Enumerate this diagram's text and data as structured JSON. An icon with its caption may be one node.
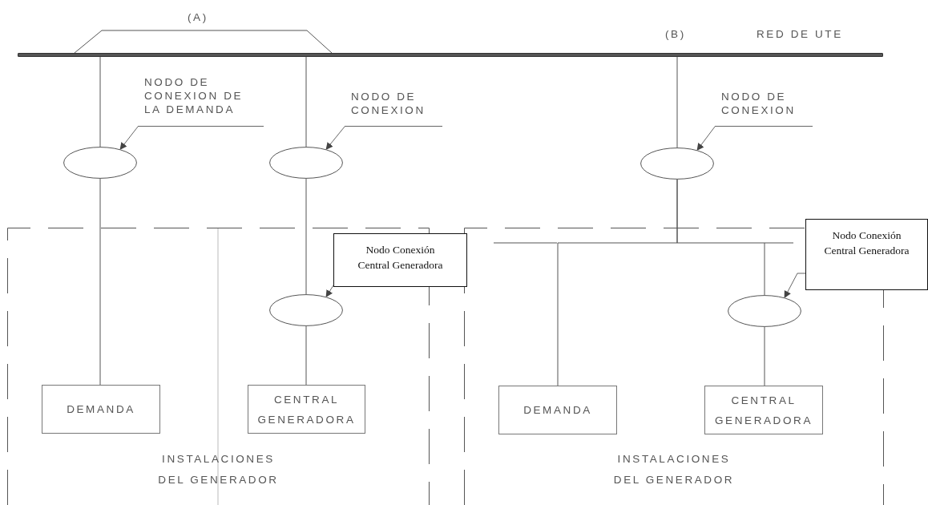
{
  "diagram": {
    "nodes": [
      {
        "text": [],
        "shape": "bar",
        "beside": [
          "RED DE UTE"
        ]
      },
      {
        "text": [
          "NODO DE CONEXION DE LA DEMANDA"
        ]
      },
      {
        "text": [
          "NODO DE CONEXION"
        ]
      },
      {
        "text": [
          "NODO DE CONEXION"
        ]
      },
      {
        "text": [],
        "shape": "circle"
      },
      {
        "text": [],
        "shape": "circle"
      },
      {
        "text": [],
        "shape": "circle"
      },
      {
        "text": [
          "INSTALACIONES DEL GENERADOR"
        ]
      },
      {
        "text": [
          "Nodo Conexión Central Generadora"
        ]
      },
      {
        "text": [],
        "shape": "circle",
        "in": 7
      },
      {
        "text": [
          "DEMANDA"
        ],
        "in": 7
      },
      {
        "text": [
          "CENTRAL GENERADORA"
        ],
        "in": 7
      },
      {
        "text": [
          "INSTALACIONES DEL GENERADOR"
        ]
      },
      {
        "text": [
          "Nodo Conexión Central Generadora"
        ]
      },
      {
        "text": [
          "DEMANDA"
        ],
        "in": 12
      },
      {
        "text": [],
        "shape": "circle",
        "in": 12
      },
      {
        "text": [
          "CENTRAL GENERADORA"
        ],
        "in": 12
      }
    ],
    "edges": [
      {
        "from": 0,
        "to": 4,
        "arrow": "none"
      },
      {
        "from": 4,
        "to": 10,
        "arrow": "none"
      },
      {
        "from": 0,
        "to": 5,
        "arrow": "none"
      },
      {
        "from": 5,
        "to": 9,
        "arrow": "none"
      },
      {
        "from": 9,
        "to": 11,
        "arrow": "none"
      },
      {
        "from": 0,
        "to": 6,
        "arrow": "none"
      },
      {
        "from": 6,
        "to": 14,
        "arrow": "none"
      },
      {
        "from": 6,
        "to": 15,
        "arrow": "none"
      },
      {
        "from": 15,
        "to": 16,
        "arrow": "none"
      },
      {
        "from": 1,
        "to": 4,
        "arrow": "to"
      },
      {
        "from": 2,
        "to": 5,
        "arrow": "to"
      },
      {
        "from": 3,
        "to": 6,
        "arrow": "to"
      },
      {
        "from": 8,
        "to": 9,
        "arrow": "to"
      },
      {
        "from": 13,
        "to": 15,
        "arrow": "to"
      }
    ],
    "labels": [
      "(A)",
      "(B)"
    ]
  }
}
